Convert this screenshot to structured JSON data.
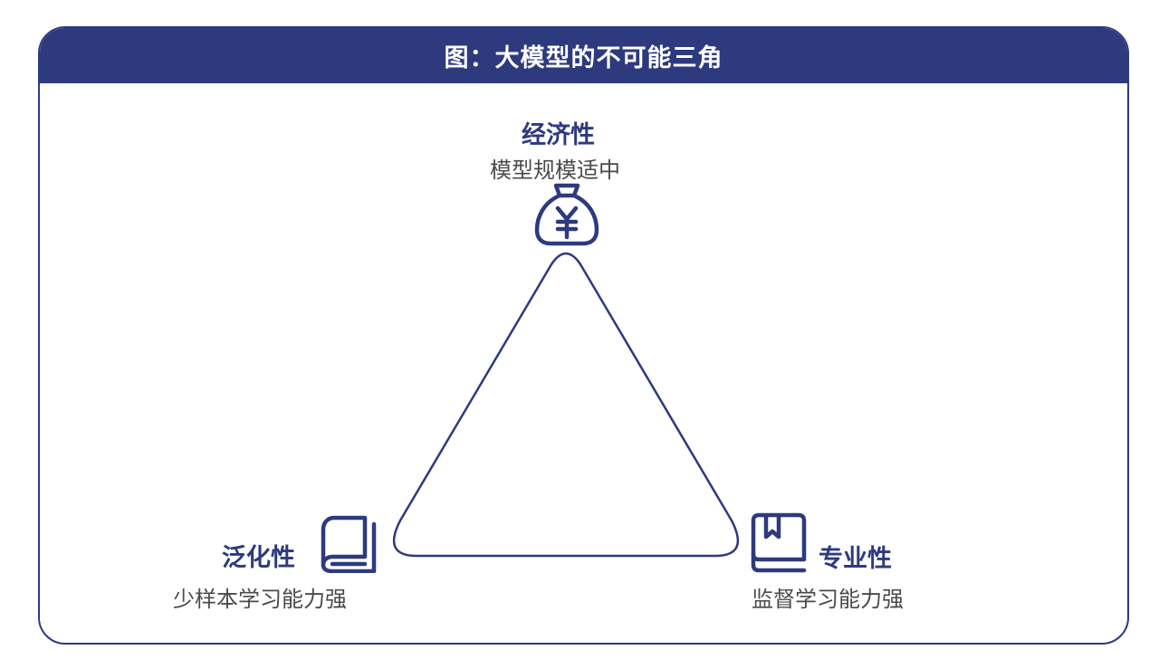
{
  "header": {
    "title": "图：大模型的不可能三角"
  },
  "colors": {
    "primary": "#2e3a7e",
    "text_secondary": "#4a4a4a",
    "background": "#ffffff"
  },
  "diagram": {
    "type": "impossible-triangle",
    "vertices": [
      {
        "id": "top",
        "title": "经济性",
        "subtitle": "模型规模适中",
        "icon": "money-bag-yen-icon"
      },
      {
        "id": "bottom-left",
        "title": "泛化性",
        "subtitle": "少样本学习能力强",
        "icon": "book-icon"
      },
      {
        "id": "bottom-right",
        "title": "专业性",
        "subtitle": "监督学习能力强",
        "icon": "bookmarked-book-icon"
      }
    ]
  }
}
